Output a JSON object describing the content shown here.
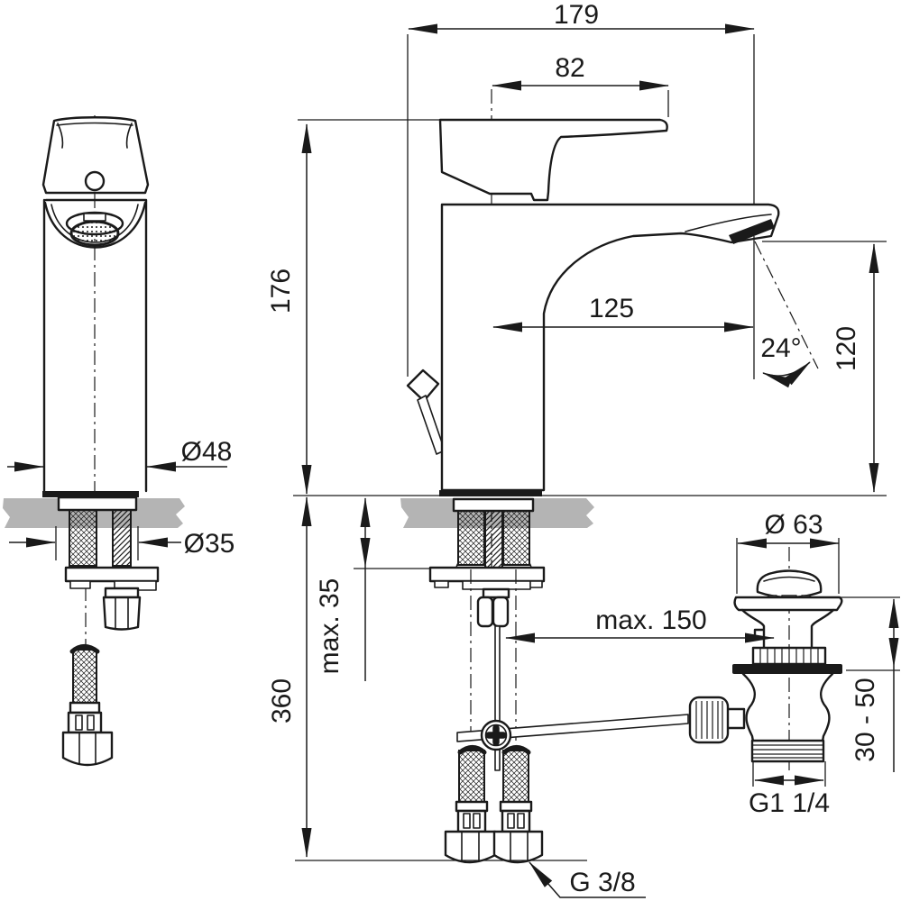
{
  "drawing": {
    "type": "technical-installation-drawing",
    "subject": "single-lever basin mixer faucet with pop-up waste",
    "colors": {
      "line": "#1a1a1a",
      "counter_gray": "#b4b4b4",
      "background": "#ffffff"
    },
    "dims": {
      "total_projection": "179",
      "handle_projection": "82",
      "height_above_deck": "176",
      "spout_reach": "125",
      "spout_angle": "24°",
      "outlet_height": "120",
      "body_diameter": "Ø48",
      "mounting_hole_diameter": "Ø35",
      "max_deck_thickness": "max. 35",
      "hose_drop_length": "360",
      "max_rod_reach": "max. 150",
      "waste_cap_diameter": "Ø 63",
      "clamping_range": "30 - 50",
      "waste_thread": "G1 1/4",
      "supply_thread": "G 3/8"
    }
  }
}
